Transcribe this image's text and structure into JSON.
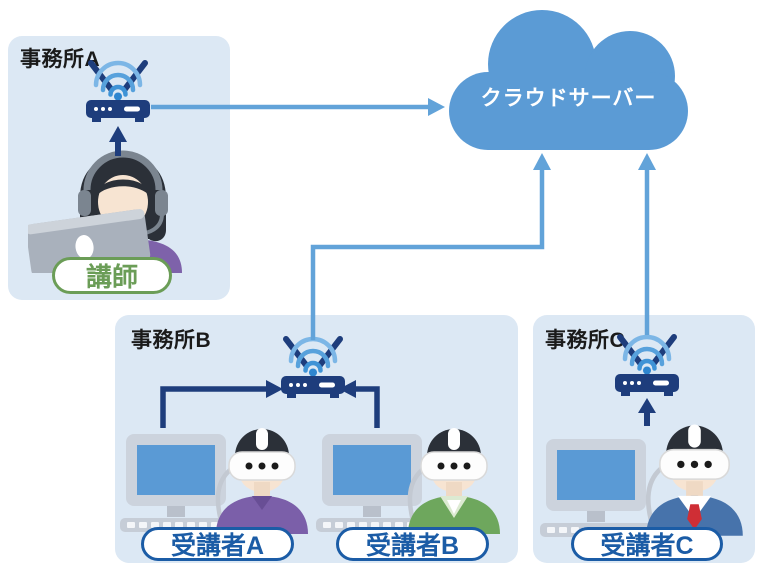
{
  "cloud": {
    "label": "クラウドサーバー",
    "color": "#5b9bd5",
    "text_color": "#ffffff"
  },
  "offices": {
    "a": {
      "title": "事務所A",
      "person_label": "講師",
      "person_label_color": "#6b9d57",
      "person": "instructor-with-headset-and-laptop"
    },
    "b": {
      "title": "事務所B",
      "students": {
        "a": "受講者A",
        "b": "受講者B"
      },
      "devices": [
        "desktop-computer",
        "vr-headset-user",
        "desktop-computer",
        "vr-headset-user",
        "wifi-router"
      ]
    },
    "c": {
      "title": "事務所C",
      "students": {
        "c": "受講者C"
      },
      "devices": [
        "desktop-computer",
        "vr-headset-user",
        "wifi-router"
      ]
    }
  },
  "colors": {
    "office_box_bg": "#dce8f4",
    "cloud_blue": "#5b9bd5",
    "connection_arrow_light_blue": "#62a3d9",
    "device_arrow_navy": "#1e3d7c",
    "student_label_blue": "#1b5ca6",
    "instructor_label_green": "#6b9d57",
    "wifi_wave_blue": "#57a1dc"
  }
}
